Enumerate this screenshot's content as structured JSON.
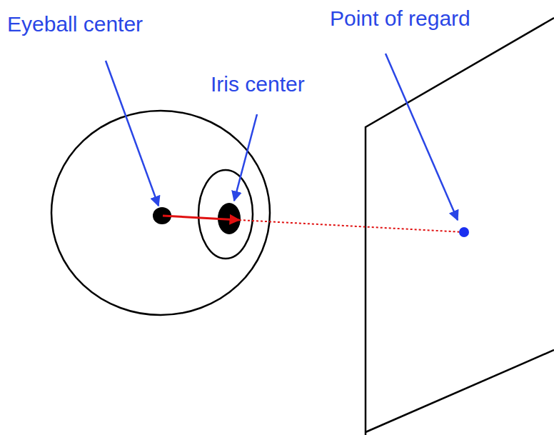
{
  "diagram": {
    "labels": [
      "Eyeball center",
      "Iris center",
      "Point of regard"
    ]
  }
}
